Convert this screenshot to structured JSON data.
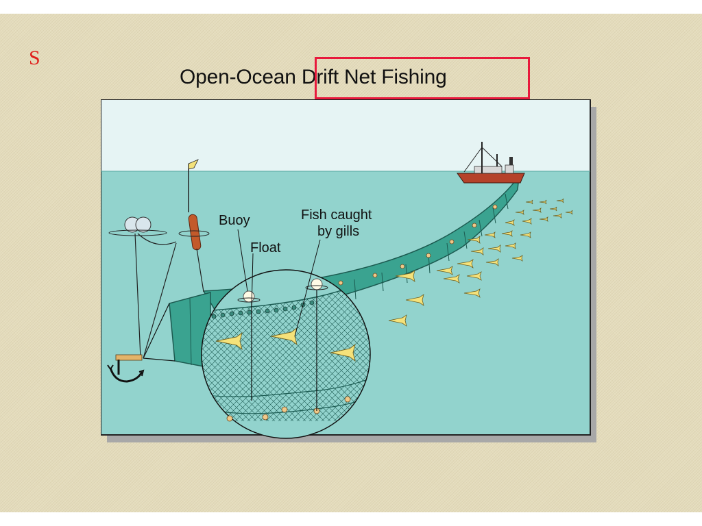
{
  "slide": {
    "corner_letter": "S"
  },
  "figure": {
    "title": "Open-Ocean Drift Net Fishing",
    "labels": {
      "buoy": "Buoy",
      "float": "Float",
      "fish_line1": "Fish caught",
      "fish_line2": "by gills"
    }
  },
  "colors": {
    "sky": "#e6f4f4",
    "sea": "#92d3cd",
    "net": "#3aa390",
    "fish": "#f5e27a",
    "buoy_marker": "#c35a2a",
    "highlight_box": "#e8193c",
    "corner_letter": "#e0201c",
    "background": "#e4dcbc"
  }
}
